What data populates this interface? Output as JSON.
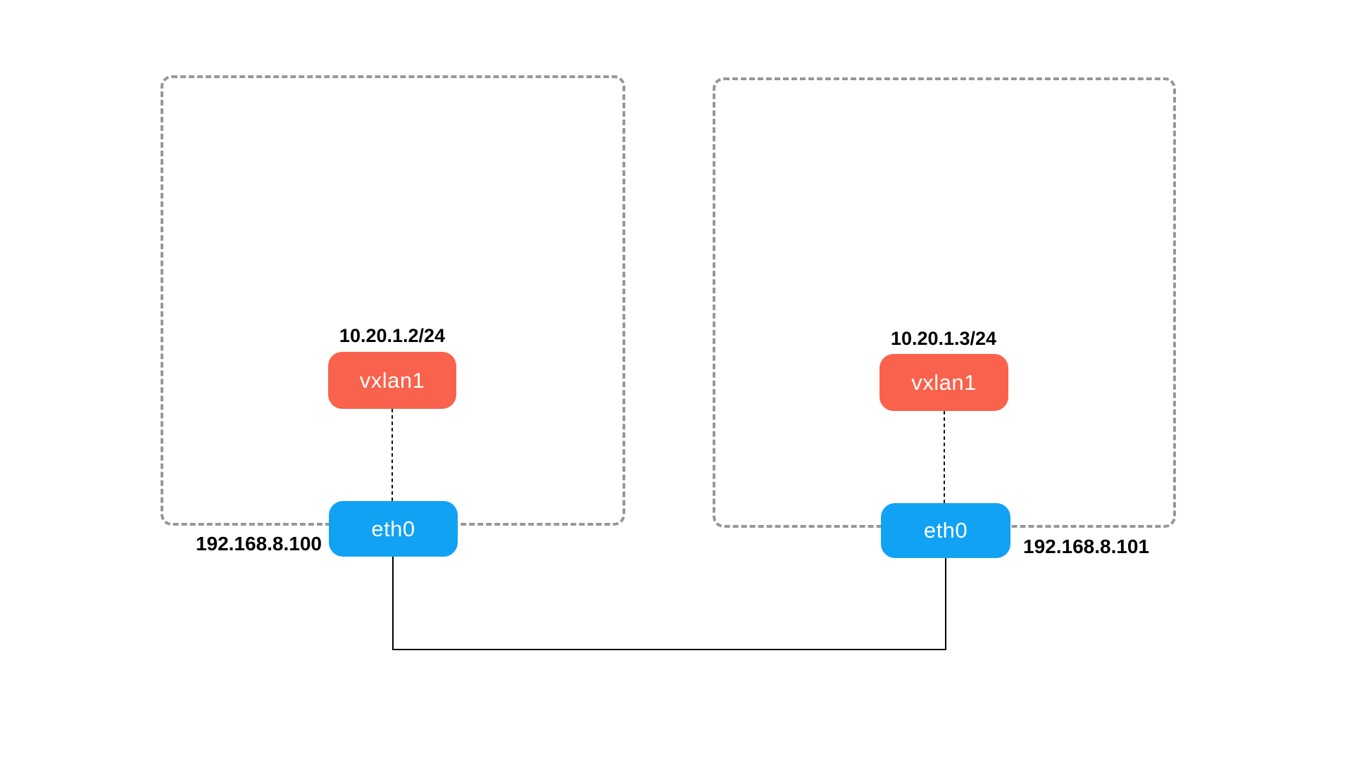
{
  "colors": {
    "vxlan_fill": "#f9624c",
    "eth_fill": "#11a2f3",
    "host_border": "#979797",
    "link_line": "#000000",
    "label_text": "#000000",
    "node_text": "#ffffff"
  },
  "hosts": [
    {
      "vxlan": {
        "label": "vxlan1",
        "ip": "10.20.1.2/24"
      },
      "eth": {
        "label": "eth0",
        "ip": "192.168.8.100"
      }
    },
    {
      "vxlan": {
        "label": "vxlan1",
        "ip": "10.20.1.3/24"
      },
      "eth": {
        "label": "eth0",
        "ip": "192.168.8.101"
      }
    }
  ]
}
